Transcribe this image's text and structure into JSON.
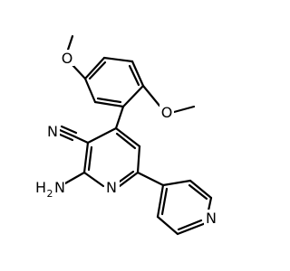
{
  "molecule": {
    "atom_labels": {
      "methoxy_top_o": "O",
      "methoxy_right_o": "O",
      "nitrile_n": "N",
      "amine_n": "N",
      "amine_h": "H",
      "amine_h_count": "2",
      "pyridine_central_n": "N",
      "pyridine_right_n": "N"
    },
    "colors": {
      "bond": "#000000",
      "text": "#000000",
      "background": "#ffffff"
    }
  }
}
